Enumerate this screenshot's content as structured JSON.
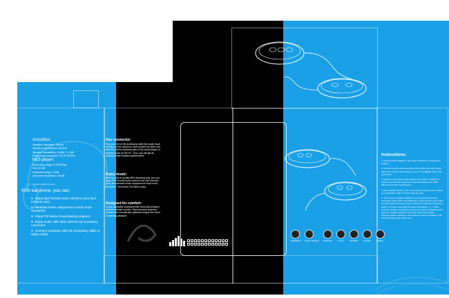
{
  "acoustics": {
    "title": "Acoustics:",
    "lines": [
      "Speaker diameter:  40mm",
      "Speaker impedance:  32ohm",
      "Speaker sensitivity:  112db +/- 3db",
      "Frequency response:  20-20 000Hz"
    ]
  },
  "mp3": {
    "title": "Mp3 player:",
    "lines": [
      "Decoding range:  8-320Kbps",
      "S/N:  97dB",
      "Dynamic range:  92dB",
      "Channel separation:  68dB"
    ]
  },
  "small_note": "* Actual results may vary",
  "earphone": {
    "title": "With earphone, you can:",
    "bullets": [
      "Enjoy Mp3 format music stored in your mini memory card.",
      "Wireless music enjoyment is much more wonderful.",
      "Enjoy FM stereo broadcasting program.",
      "Enjoy music with other devices by accessory connector.",
      "Connect computer with the accessory cable to enjoy music."
    ]
  },
  "use_connector": {
    "title": "Use connector:",
    "body": "Plug one end of the accessory cable into audio input interface of the earphone, and connect the other end with the 3.5mm earphone jack of the music player, or earphone jack on the PC. Thus, you will get an earphone with excellent performance."
  },
  "enjoy_music": {
    "title": "Enjoy music:",
    "body": "With the built-in quality MP3 decoding chip, you can enjoy MP3 format music stored in the mini memory card, and wireless music enjoyment is much more wonderful. The built-in FM stereo radio."
  },
  "comfort": {
    "title": "Designed for comfort:",
    "body": "A fully adjustable headband with extra-soft cushions delivers ultimate comfort. Slow recovery cushions provide soft, acoustically optimized support for hours of listening pleasure."
  },
  "instructions": {
    "title": "Instructions:",
    "items": [
      "1. Connect 5V/DC adapter to the socket of \"DC5V\" for charging the speaker.",
      "2. Set into the MP3 music card (Max of 2G) / MMC card and it plays. Play button function and frequency setup : 87.5-108MHz, short / and short button.",
      "3. Plug the 3.5mm stereo audio cable in the socket of \"LINE IN\" to allow an external audio input from computer/mobile phone, MP3, MP4, PC and other audio devices.",
      "4. Press \"MODE\" button on the control panel, functions can be shifted among PAUSE / USB / TF / FM / LINE IN mode.",
      "5. \"FM\" function standard. Radiowave is long press the channel, decreasing, press \"FM\" to the Radiowave. Under the FM mode, Press 5 to rapid search frequency station. Press 5 to rapid search frequency station in. Press to stop rapid for volume decreasing. \"+\" \"-\" Short press for Increase / Forward in long press for volume increasing, short press for Forward. Under the FM mode, Press 0 for speaker frequency station operation in long press for volume increasing.  \"FM\" Power and Play under MP3 mode."
    ]
  },
  "feature_icons": [
    "Mp3/WMA",
    "Stereo Headset",
    "FM Radio",
    "Line in",
    "SD/MMC",
    "Speaker",
    "Battery"
  ],
  "colors": {
    "blue": "#1aa0e6",
    "black": "#000000",
    "white": "#ffffff"
  }
}
